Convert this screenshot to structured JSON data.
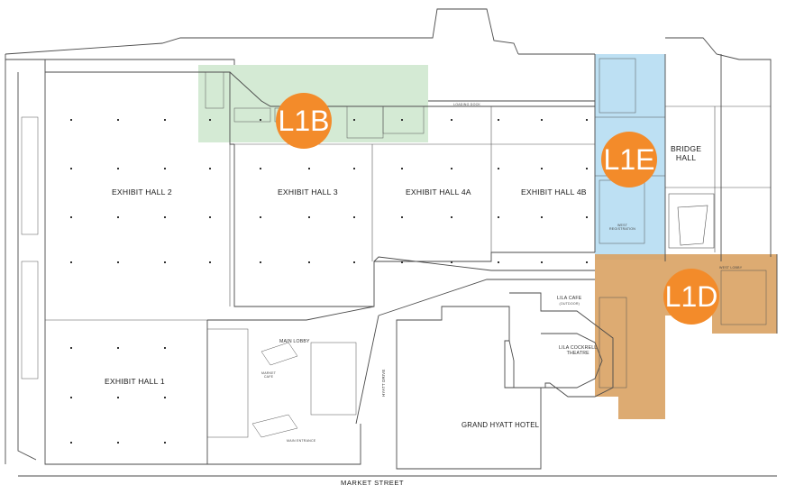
{
  "halls": {
    "exhibit_hall_2": "EXHIBIT HALL 2",
    "exhibit_hall_3": "EXHIBIT HALL 3",
    "exhibit_hall_4a": "EXHIBIT HALL 4A",
    "exhibit_hall_4b": "EXHIBIT HALL 4B",
    "exhibit_hall_1": "EXHIBIT HALL 1",
    "bridge_hall_line1": "BRIDGE",
    "bridge_hall_line2": "HALL"
  },
  "areas": {
    "main_lobby": "MAIN LOBBY",
    "lila_cafe": "LILA CAFE",
    "lila_cafe_sub": "(OUTDOOR)",
    "theatre_line1": "LILA COCKRELL",
    "theatre_line2": "THEATRE",
    "grand_hyatt": "GRAND HYATT HOTEL",
    "market_street": "MARKET STREET",
    "hyatt_drive": "HYATT DRIVE",
    "loading_dock": "LOADING DOCK",
    "market_cafe_line1": "MARKET",
    "market_cafe_line2": "CAFE",
    "main_entrance": "MAIN ENTRANCE",
    "west_registration_line1": "WEST",
    "west_registration_line2": "REGISTRATION",
    "west_lobby": "WEST LOBBY"
  },
  "zones": [
    {
      "id": "L1B",
      "label": "L1B",
      "color": "#cfe8cf"
    },
    {
      "id": "L1E",
      "label": "L1E",
      "color": "#b9def2"
    },
    {
      "id": "L1D",
      "label": "L1D",
      "color": "#d9a263"
    }
  ],
  "colors": {
    "badge": "#f38b2a",
    "line": "#4a4a4a",
    "zone_green": "#cfe8cf",
    "zone_blue": "#b9def2",
    "zone_orange": "#d9a263"
  }
}
